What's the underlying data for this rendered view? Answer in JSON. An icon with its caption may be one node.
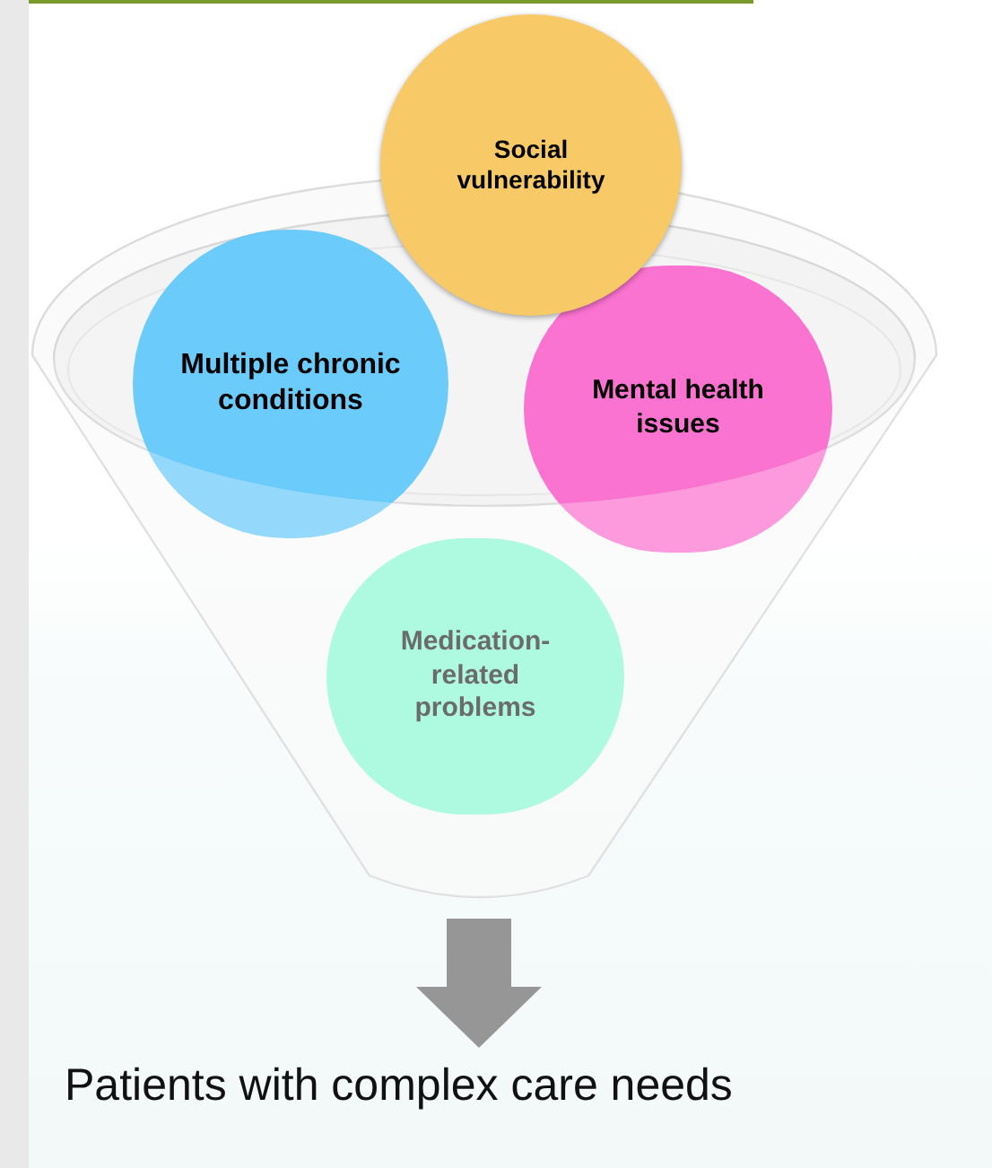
{
  "diagram": {
    "nodes": [
      {
        "text": [
          "Social vulnerability"
        ]
      },
      {
        "text": [
          "Multiple chronic conditions"
        ],
        "in": 4
      },
      {
        "text": [
          "Mental health issues"
        ],
        "in": 4
      },
      {
        "text": [
          "Medication-related problems"
        ],
        "in": 4
      },
      {
        "text": [],
        "shape": "funnel"
      },
      {
        "text": [
          "Patients with complex care needs"
        ]
      }
    ],
    "edges": [
      {
        "from": 4,
        "to": 5,
        "arrow": "to",
        "color": "#969696",
        "style": "thick"
      }
    ]
  }
}
